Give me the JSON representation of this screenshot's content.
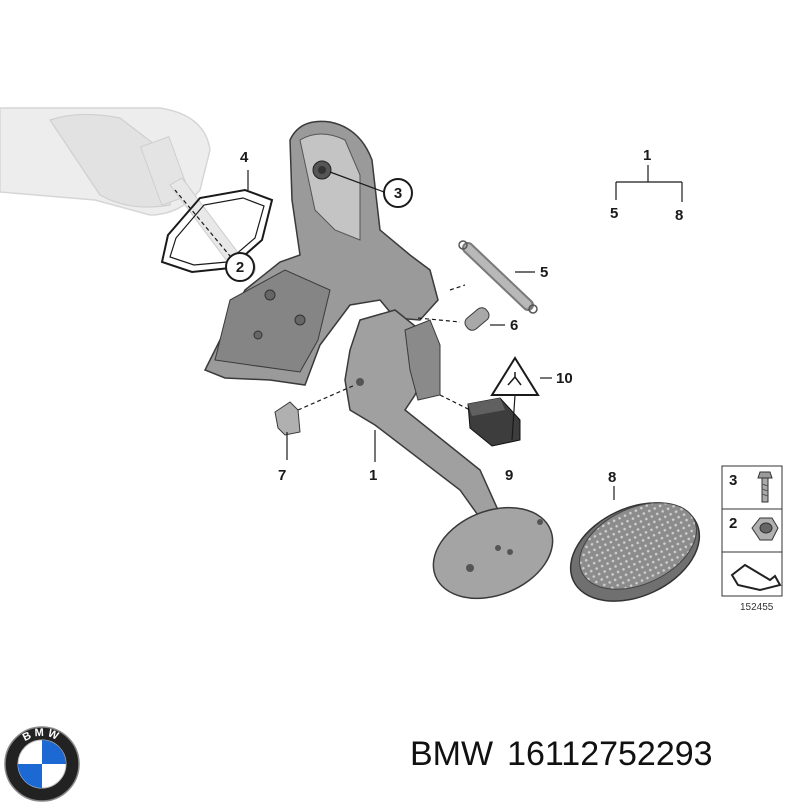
{
  "callouts": {
    "c1": "1",
    "c2": "2",
    "c3": "3",
    "c4": "4",
    "c5": "5",
    "c6": "6",
    "c7": "7",
    "c8": "8",
    "c9": "9",
    "c10": "10"
  },
  "tree": {
    "root": "1",
    "left": "5",
    "right": "8"
  },
  "hardware_legend": {
    "bolt_number": "3",
    "nut_number": "2",
    "diagram_number": "152455"
  },
  "footer": {
    "brand": "BMW",
    "part_number": "16112752293",
    "logo_letters": "BMW"
  },
  "colors": {
    "part_fill": "#8e8e8e",
    "part_light": "#bdbdbd",
    "ghost": "#e6e6e6",
    "line": "#222222",
    "logo_blue": "#1c69d4"
  }
}
